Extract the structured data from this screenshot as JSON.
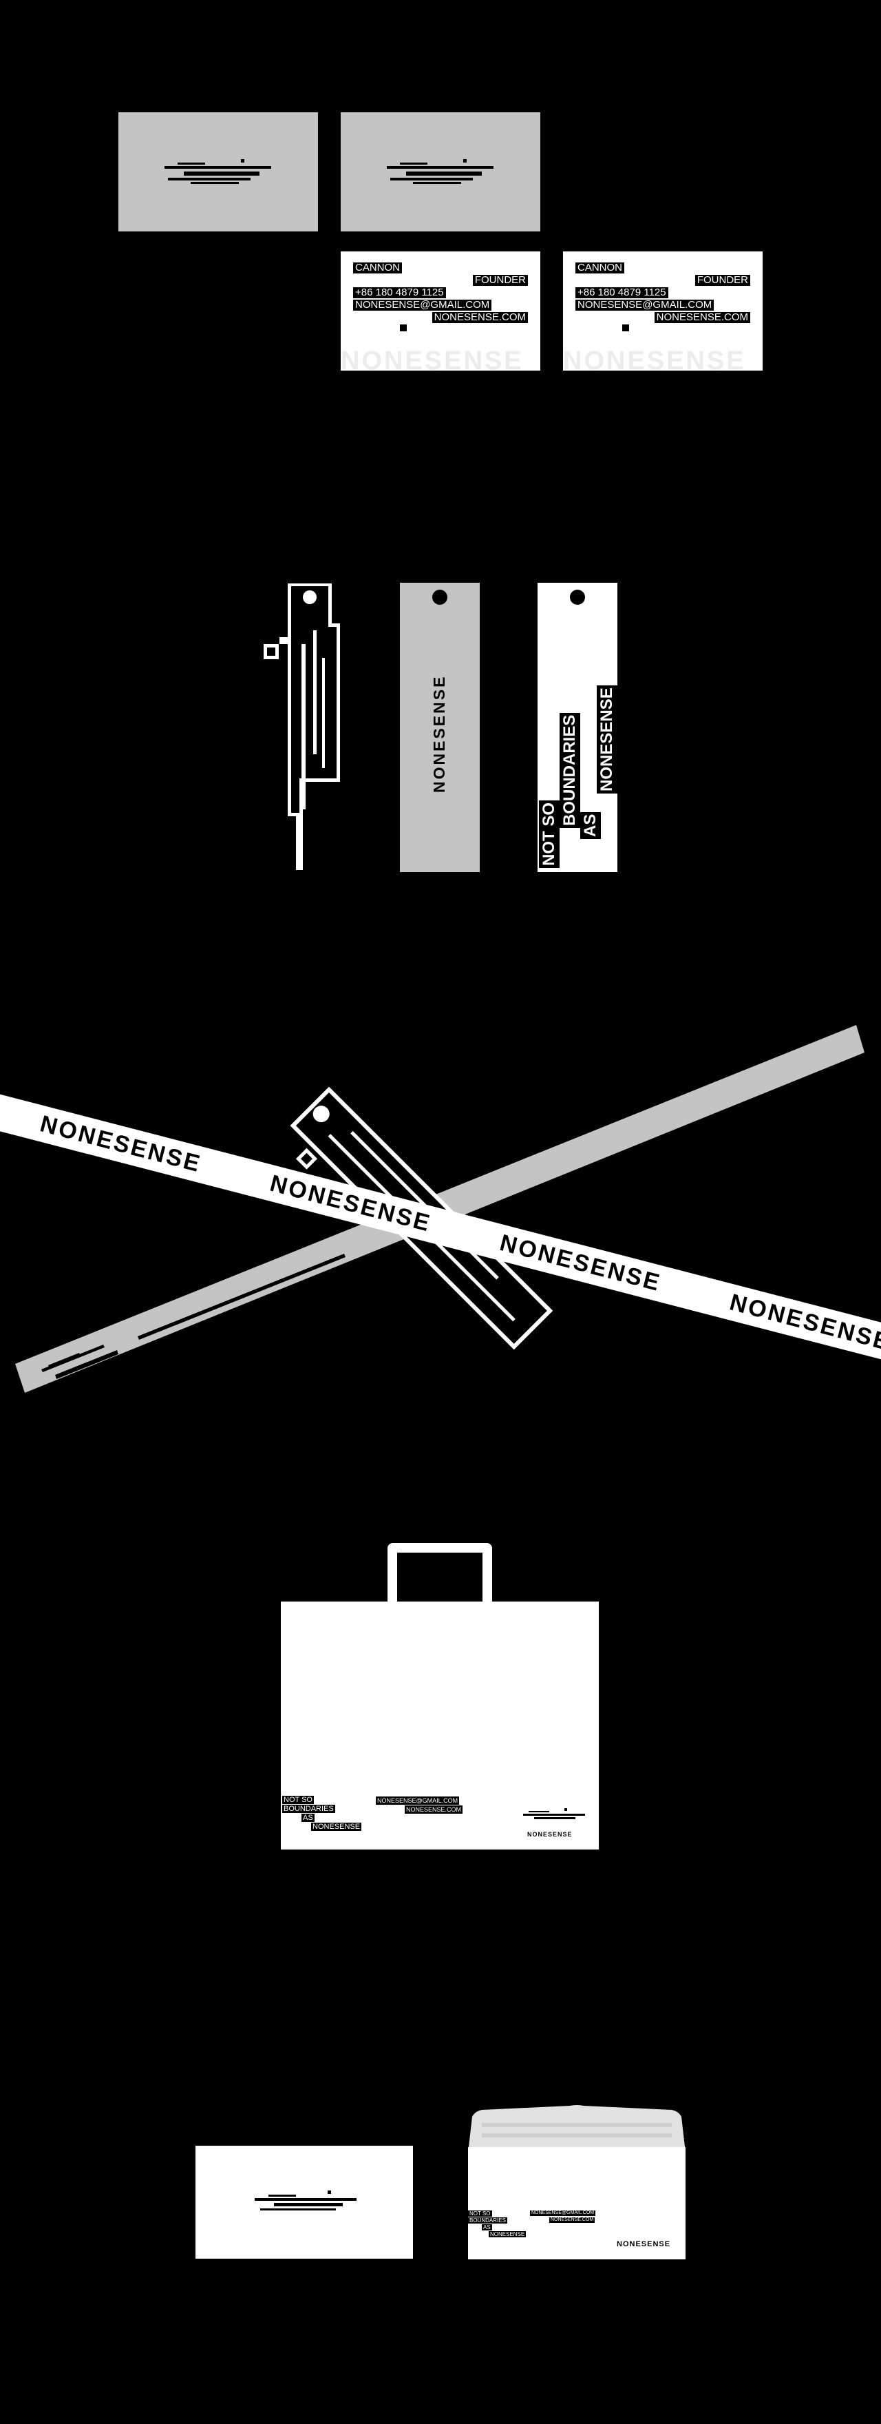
{
  "brand": {
    "name": "NONESENSE",
    "tagline": [
      "NOT SO",
      "BOUNDARIES",
      "AS",
      "NONESENSE"
    ]
  },
  "contact": {
    "name": "CANNON",
    "title": "FOUNDER",
    "phone": "+86 180 4879 1125",
    "email": "NONESENSE@GMAIL.COM",
    "website": "NONESENSE.COM"
  },
  "tape": {
    "repeat_label": "NONESENSE"
  },
  "colors": {
    "background": "#000000",
    "primary": "#ffffff",
    "secondary": "#c4c4c4",
    "ink": "#000000"
  }
}
